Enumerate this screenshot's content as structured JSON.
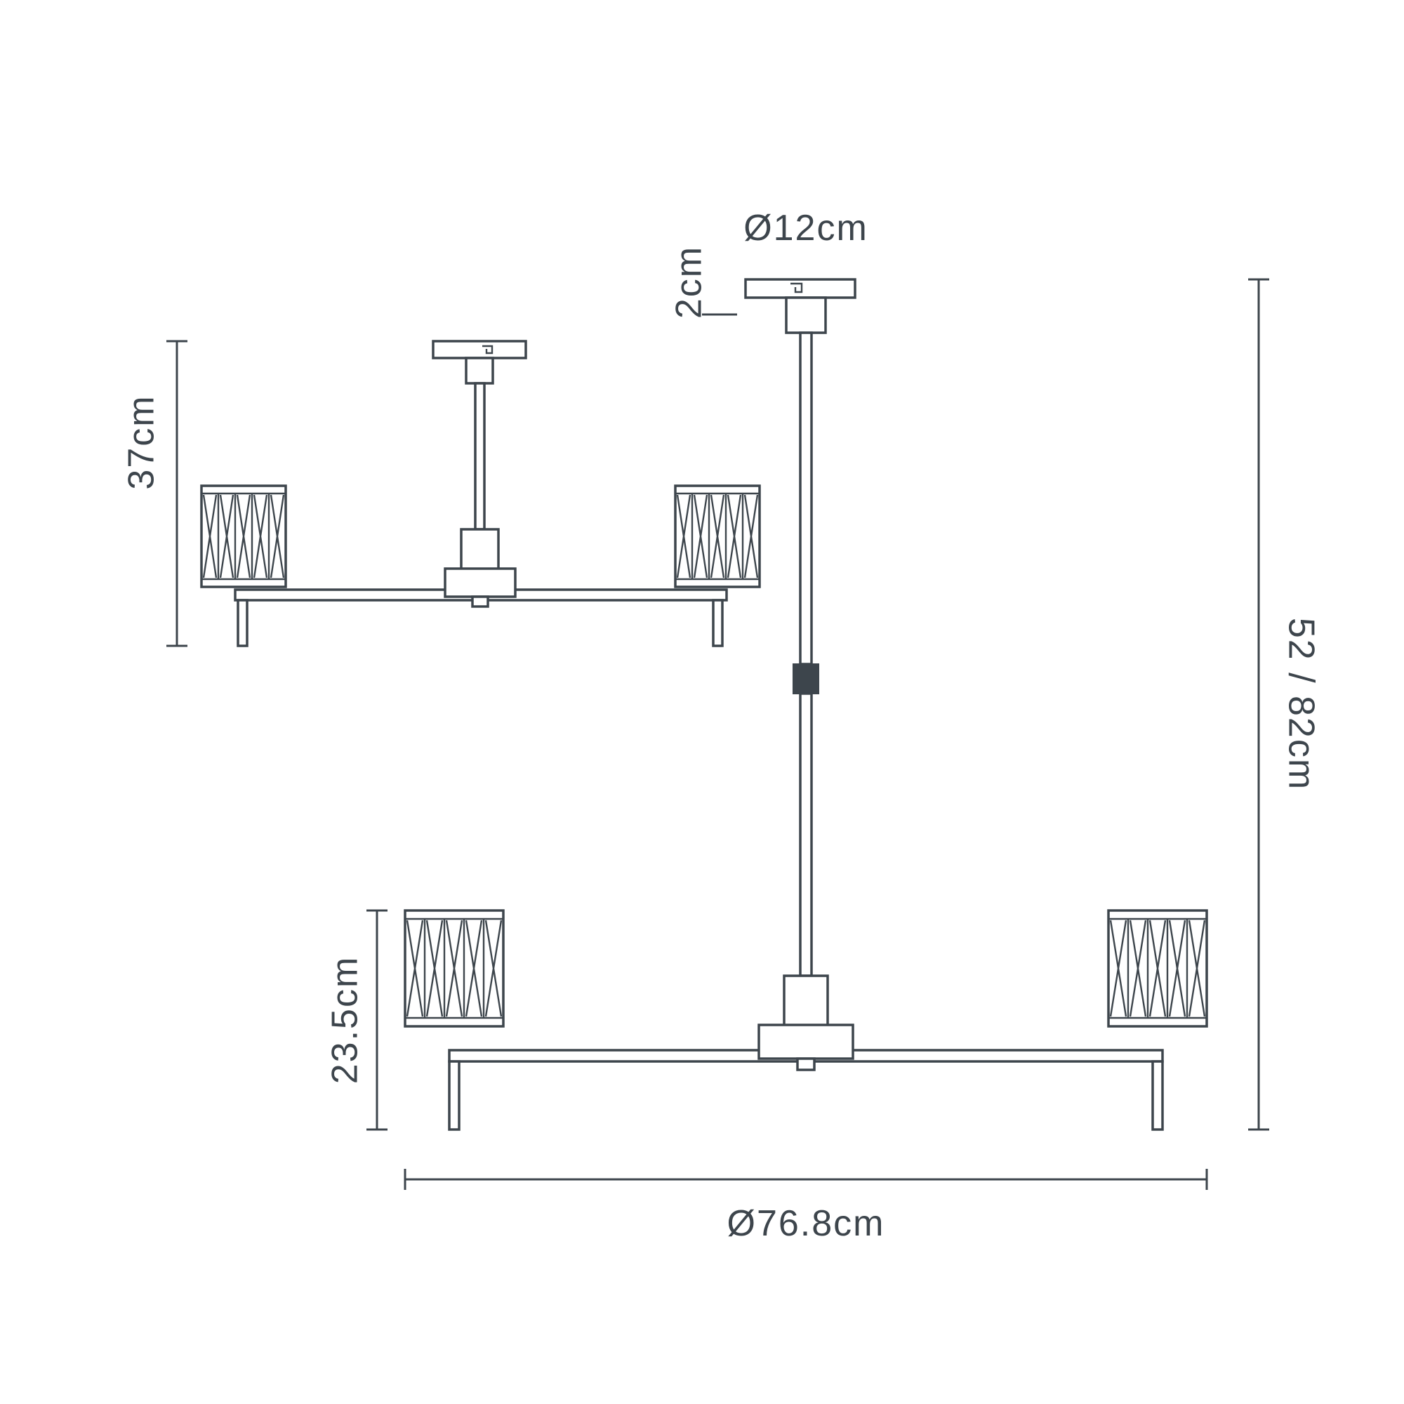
{
  "colors": {
    "line": "#3d454c",
    "background": "#ffffff"
  },
  "labels": {
    "canopy_diameter": "Ø12cm",
    "canopy_height": "2cm",
    "compact_fixture_height": "37cm",
    "drop_height": "52 / 82cm",
    "shade_height": "23.5cm",
    "overall_diameter": "Ø76.8cm"
  }
}
